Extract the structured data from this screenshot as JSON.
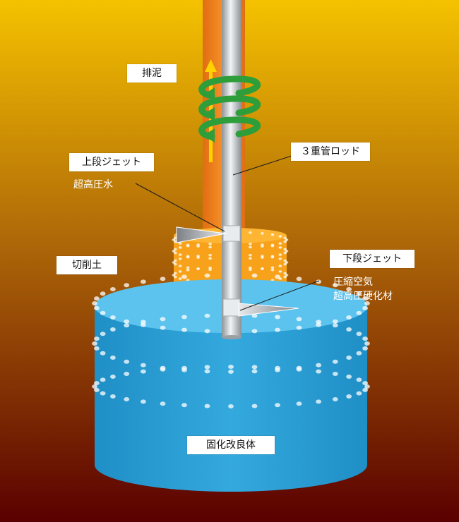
{
  "labels": {
    "discharge": "排泥",
    "upper_jet": "上段ジェット",
    "upper_jet_fluid": "超高圧水",
    "triple_rod": "３重管ロッド",
    "cut_soil": "切削土",
    "lower_jet": "下段ジェット",
    "lower_jet_fluid_1": "圧縮空気",
    "lower_jet_fluid_2": "超高圧硬化材",
    "improved_body": "固化改良体"
  },
  "colors": {
    "background_top": "#f5c200",
    "background_bottom": "#5a0000",
    "rising_column": "#f0821e",
    "cut_zone": "#f7a21a",
    "improved_body_side": "#2a9fd6",
    "improved_body_top": "#5cc3ee",
    "rod": "#c8ccd0",
    "rotation_arrows": "#2e9e3a",
    "upflow_arrow": "#ffd200"
  }
}
